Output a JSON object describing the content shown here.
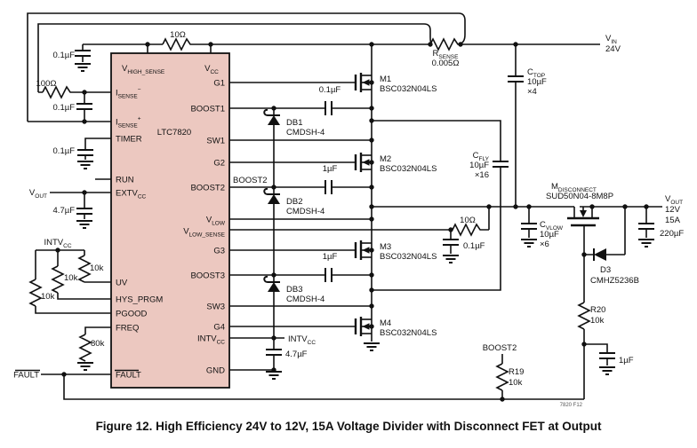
{
  "ic": {
    "name": "LTC7820",
    "pins_top": [
      {
        "t": "V",
        "s": "HIGH_SENSE"
      },
      {
        "t": "V",
        "s": "CC"
      }
    ],
    "pins_left": [
      {
        "t": "I",
        "s": "SENSE",
        "p": "−"
      },
      {
        "t": "I",
        "s": "SENSE",
        "p": "+"
      },
      {
        "t": "TIMER"
      },
      {
        "t": "RUN"
      },
      {
        "t": "EXTV",
        "s": "CC"
      },
      {
        "t": "UV"
      },
      {
        "t": "HYS_PRGM"
      },
      {
        "t": "PGOOD"
      },
      {
        "t": "FREQ"
      },
      {
        "t": "FAULT"
      }
    ],
    "pins_right": [
      {
        "t": "G1"
      },
      {
        "t": "BOOST1"
      },
      {
        "t": "SW1"
      },
      {
        "t": "G2"
      },
      {
        "t": "BOOST2"
      },
      {
        "t": "V",
        "s": "LOW"
      },
      {
        "t": "V",
        "s": "LOW_SENSE"
      },
      {
        "t": "G3"
      },
      {
        "t": "BOOST3"
      },
      {
        "t": "SW3"
      },
      {
        "t": "G4"
      },
      {
        "t": "INTV",
        "s": "CC"
      },
      {
        "t": "GND"
      }
    ]
  },
  "nets": {
    "vin": {
      "t": "V",
      "s": "IN"
    },
    "vin_v": "24V",
    "vout": {
      "t": "V",
      "s": "OUT"
    },
    "vout_v": "12V",
    "vout_a": "15A",
    "intvcc": {
      "t": "INTV",
      "s": "CC"
    },
    "boost2": "BOOST2",
    "fault": {
      "t": "FAULT"
    }
  },
  "parts": {
    "r_top": "10Ω",
    "r_sense": {
      "t": "R",
      "s": "SENSE"
    },
    "r_sense_v": "0.005Ω",
    "r_isense": "100Ω",
    "r_10k": "10k",
    "r_freq": "80k",
    "r_vls": "10Ω",
    "r19": "R19",
    "r19_v": "10k",
    "r20": "R20",
    "r20_v": "10k",
    "c_01": "0.1µF",
    "c_47": "4.7µF",
    "c_1": "1µF",
    "c_out": "220µF",
    "c_top": {
      "t": "C",
      "s": "TOP"
    },
    "c_top_v": "10µF",
    "c_top_n": "×4",
    "c_fly": {
      "t": "C",
      "s": "FLY"
    },
    "c_fly_v": "10µF",
    "c_fly_n": "×16",
    "c_vlow": {
      "t": "C",
      "s": "VLOW"
    },
    "c_vlow_v": "10µF",
    "c_vlow_n": "×6",
    "m1": "M1",
    "m2": "M2",
    "m3": "M3",
    "m4": "M4",
    "m_part": "BSC032N04LS",
    "m_disc": {
      "t": "M",
      "s": "DISCONNECT"
    },
    "m_disc_part": "SUD50N04-8M8P",
    "db1": "DB1",
    "db2": "DB2",
    "db3": "DB3",
    "db_part": "CMDSH-4",
    "d3": "D3",
    "d3_part": "CMHZ5236B"
  },
  "caption": "Figure 12. High Efficiency 24V to 12V, 15A Voltage Divider with Disconnect FET at Output",
  "fig_id": "7820 F12"
}
